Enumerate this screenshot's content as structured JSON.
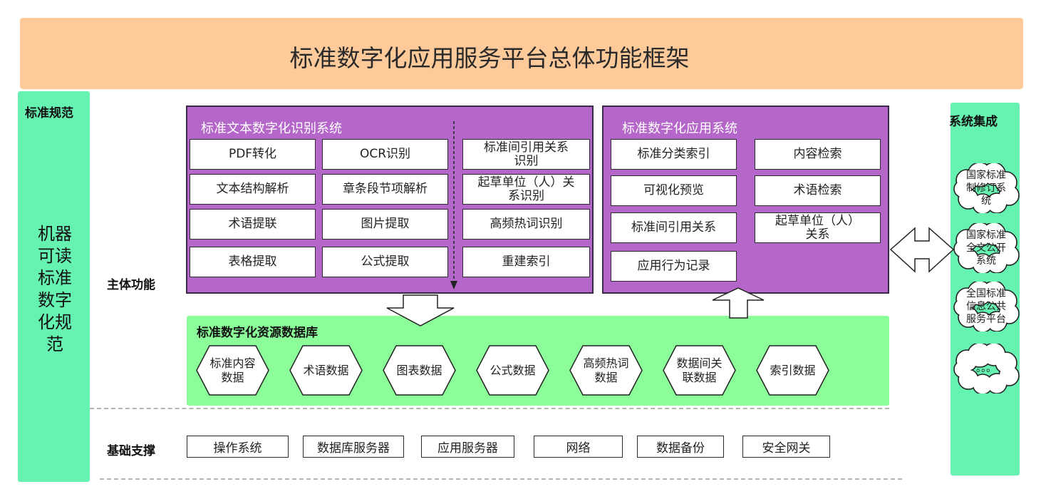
{
  "title": "标准数字化应用服务平台总体功能框架",
  "left_column": {
    "heading": "标准规范",
    "body": "机器\n可读\n标准\n数字\n化规\n范"
  },
  "right_column": {
    "heading": "系统集成",
    "items": [
      "国家标准\n制修订系\n统",
      "国家标准\n全文公开\n系统",
      "全国标准\n信息公共\n服务平台",
      "。。。"
    ]
  },
  "row_labels": {
    "main": "主体功能",
    "base": "基础支撑"
  },
  "recognition_system": {
    "title": "标准文本数字化识别系统",
    "items": [
      "PDF转化",
      "OCR识别",
      "标准间引用关系\n识别",
      "文本结构解析",
      "章条段节项解析",
      "起草单位（人）关\n系识别",
      "术语提联",
      "图片提取",
      "高频热词识别",
      "表格提取",
      "公式提取",
      "重建索引"
    ]
  },
  "application_system": {
    "title": "标准数字化应用系统",
    "items": [
      "标准分类索引",
      "内容检索",
      "可视化预览",
      "术语检索",
      "标准间引用关系",
      "起草单位（人）\n关系",
      "应用行为记录"
    ]
  },
  "resource_db": {
    "title": "标准数字化资源数据库",
    "items": [
      "标准内容\n数据",
      "术语数据",
      "图表数据",
      "公式数据",
      "高频热词\n数据",
      "数据间关\n联数据",
      "索引数据"
    ]
  },
  "base_support": [
    "操作系统",
    "数据库服务器",
    "应用服务器",
    "网络",
    "数据备份",
    "安全网关"
  ],
  "colors": {
    "title_bg": "#ffca9a",
    "side_green": "#66f2b1",
    "panel_purple": "#b466c9",
    "db_green": "#8bfd99"
  }
}
